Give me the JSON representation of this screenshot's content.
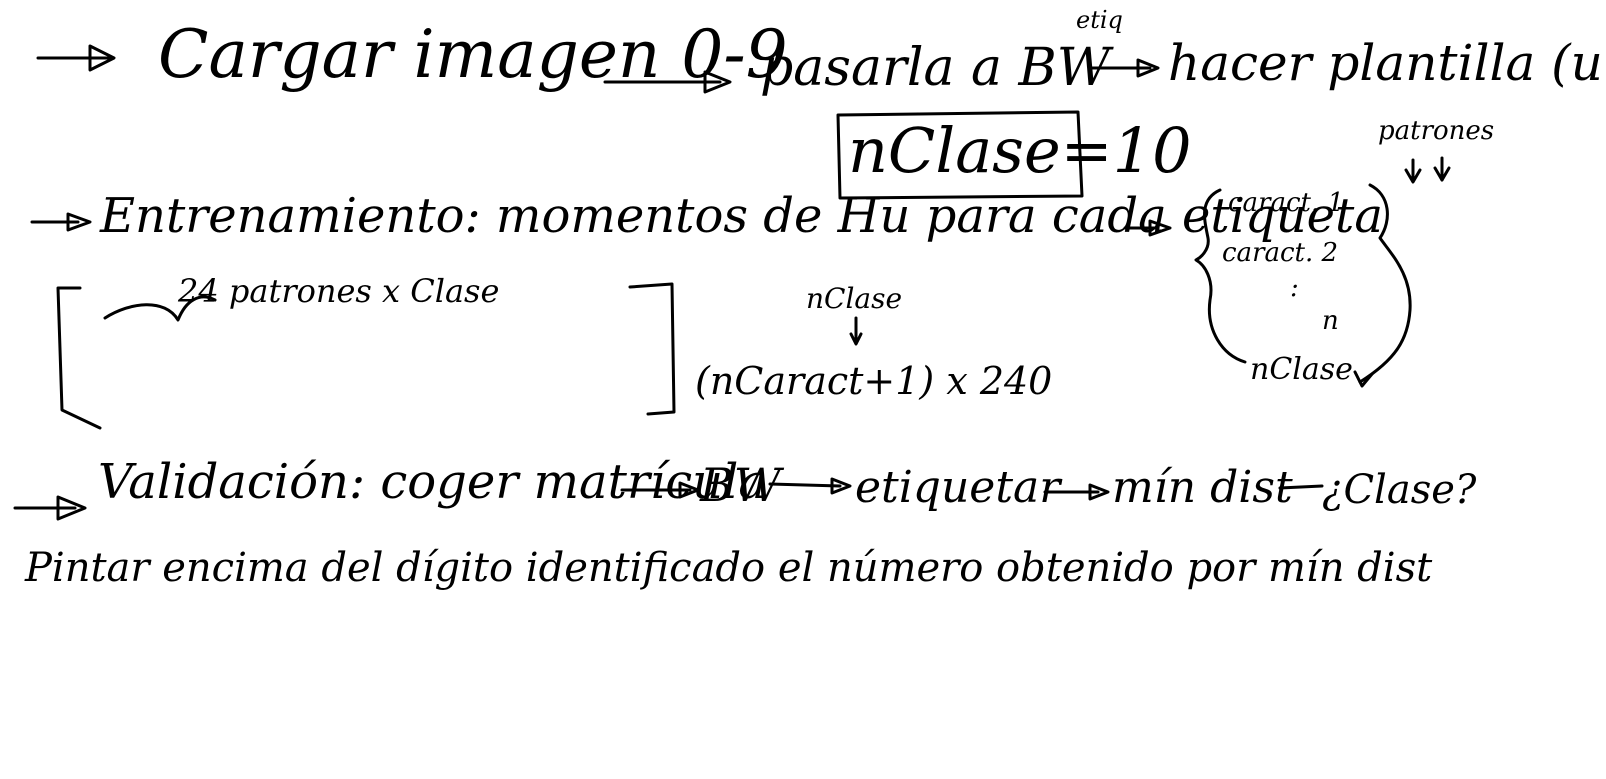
{
  "ink_color": "#000000",
  "background_color": "#ffffff",
  "row1": {
    "load": "Cargar imagen 0-9",
    "to_bw": "pasarla a BW",
    "etiq": "etiq",
    "template": "hacer plantilla (umbral)",
    "nclase_box": "nClase=10"
  },
  "row2": {
    "training": "Entrenamiento: momentos de Hu para cada etiqueta",
    "patrones_top": "patrones",
    "brace_items": [
      "caract. 1",
      "caract. 2",
      ":",
      "n",
      "nClase"
    ],
    "patrones_per_class": "24 patrones x Clase",
    "nclase_note": "nClase",
    "matrix_size": "(nCaract+1) x 240"
  },
  "row3": {
    "validation": "Validación: coger matrícula",
    "bw": "BW",
    "label": "etiquetar",
    "min_dist": "mín dist",
    "which_class": "¿Clase?"
  },
  "row4": {
    "paint": "Pintar encima del dígito identificado el número obtenido por mín dist"
  }
}
